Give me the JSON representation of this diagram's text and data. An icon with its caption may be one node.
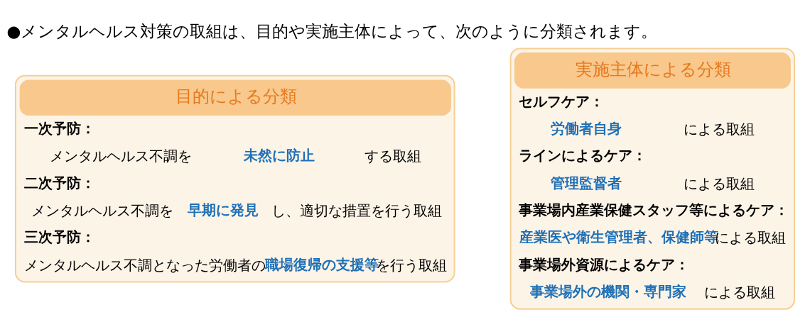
{
  "diagram": {
    "title": "●メンタルヘルス対策の取組は、目的や実施主体によって、次のように分類されます。",
    "nodes": [
      {
        "text": [
          "目的による分類",
          "一次予防：",
          "メンタルヘルス不調を**未然に防止**する取組",
          "二次予防：",
          "メンタルヘルス不調を**早期に発見**し、適切な措置を行う取組",
          "三次予防：",
          "メンタルヘルス不調となった労働者の**職場復帰の支援等**を行う取組"
        ]
      },
      {
        "text": [
          "実施主体による分類",
          "セルフケア：",
          "**労働者自身**による取組",
          "ラインによるケア：",
          "**管理監督者**による取組",
          "事業場内産業保健スタッフ等によるケア：",
          "**産業医や衛生管理者、保健師等**による取組",
          "事業場外資源によるケア：",
          "**事業場外の機関・専門家**による取組"
        ]
      }
    ],
    "edges": []
  }
}
